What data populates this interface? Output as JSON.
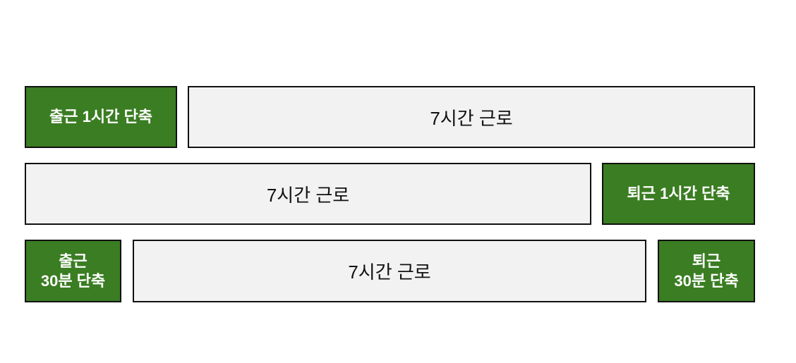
{
  "colors": {
    "reduction": "#3a7d22",
    "work": "#f2f2f2",
    "border": "#111111"
  },
  "rows": [
    {
      "left": "출근 1시간 단축",
      "middle": "7시간 근로"
    },
    {
      "middle": "7시간 근로",
      "right": "퇴근 1시간 단축"
    },
    {
      "left": "출근\n30분 단축",
      "middle": "7시간 근로",
      "right": "퇴근\n30분 단축"
    }
  ]
}
